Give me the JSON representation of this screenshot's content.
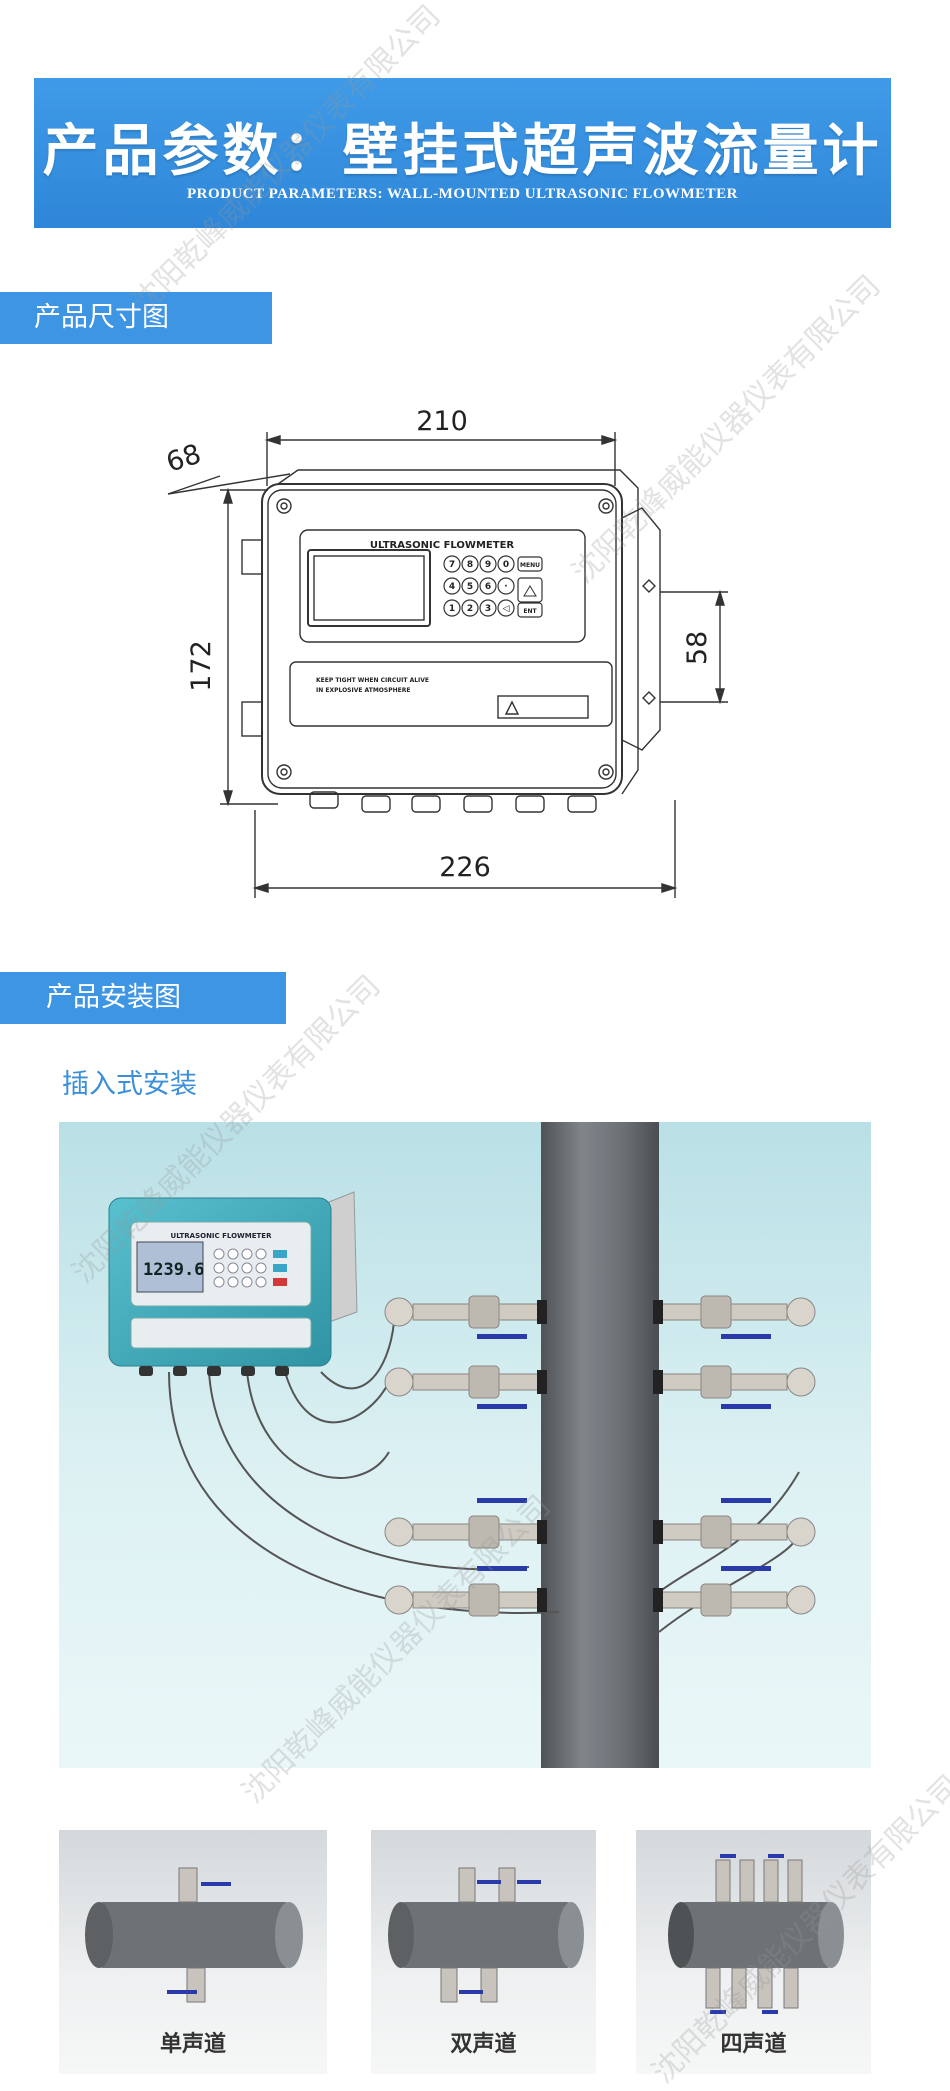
{
  "header": {
    "title": "产品参数：壁挂式超声波流量计",
    "subtitle": "PRODUCT PARAMETERS: WALL-MOUNTED ULTRASONIC FLOWMETER"
  },
  "sections": {
    "dimensions": "产品尺寸图",
    "installation": "产品安装图"
  },
  "drawing": {
    "width_top": "210",
    "depth": "68",
    "height": "172",
    "bracket": "58",
    "width_bottom": "226",
    "device_name": "ULTRASONIC  FLOWMETER",
    "warning_line1": "KEEP TIGHT WHEN CIRCUIT ALIVE",
    "warning_line2": "IN EXPLOSIVE ATMOSPHERE",
    "keys": [
      "7",
      "8",
      "9",
      "0",
      "MENU",
      "4",
      "5",
      "6",
      "·",
      "1",
      "2",
      "3",
      "◁",
      "ENT"
    ]
  },
  "install": {
    "method": "插入式安装",
    "device_name": "ULTRASONIC  FLOWMETER",
    "display_value": "1239.6"
  },
  "thumbnails": [
    "单声道",
    "双声道",
    "四声道"
  ],
  "watermark": "沈阳乾峰威能仪器仪表有限公司",
  "colors": {
    "banner": "#3088da",
    "section_tag": "#3d95e3",
    "device_teal": "#3fa8b8",
    "pipe": "#6e7275"
  }
}
